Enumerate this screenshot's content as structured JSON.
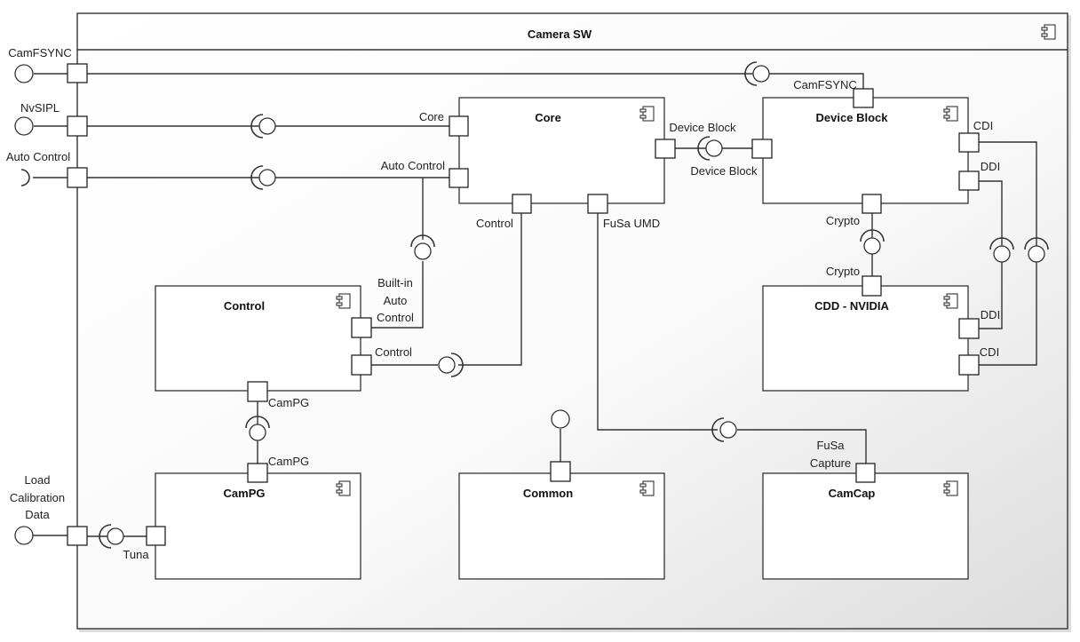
{
  "system": {
    "title": "Camera SW"
  },
  "external_ports": {
    "camfsync": "CamFSYNC",
    "nvsipl": "NvSIPL",
    "auto_control": "Auto Control",
    "load_calibration": [
      "Load",
      "Calibration",
      "Data"
    ]
  },
  "components": {
    "core": {
      "title": "Core",
      "ports": {
        "core": "Core",
        "auto_control": "Auto Control",
        "control": "Control",
        "fusa_umd": "FuSa UMD",
        "device_block": "Device Block"
      }
    },
    "device_block": {
      "title": "Device Block",
      "ports": {
        "camfsync": "CamFSYNC",
        "device_block": "Device Block",
        "cdi": "CDI",
        "ddi": "DDI",
        "crypto": "Crypto"
      }
    },
    "cdd_nvidia": {
      "title": "CDD - NVIDIA",
      "ports": {
        "crypto": "Crypto",
        "ddi": "DDI",
        "cdi": "CDI"
      }
    },
    "control": {
      "title": "Control",
      "ports": {
        "builtin": [
          "Built-in",
          "Auto",
          "Control"
        ],
        "control": "Control",
        "campg": "CamPG"
      }
    },
    "campg": {
      "title": "CamPG",
      "ports": {
        "campg": "CamPG",
        "tuna": "Tuna"
      }
    },
    "common": {
      "title": "Common"
    },
    "camcap": {
      "title": "CamCap",
      "ports": {
        "fusa_capture": [
          "FuSa",
          "Capture"
        ]
      }
    }
  }
}
